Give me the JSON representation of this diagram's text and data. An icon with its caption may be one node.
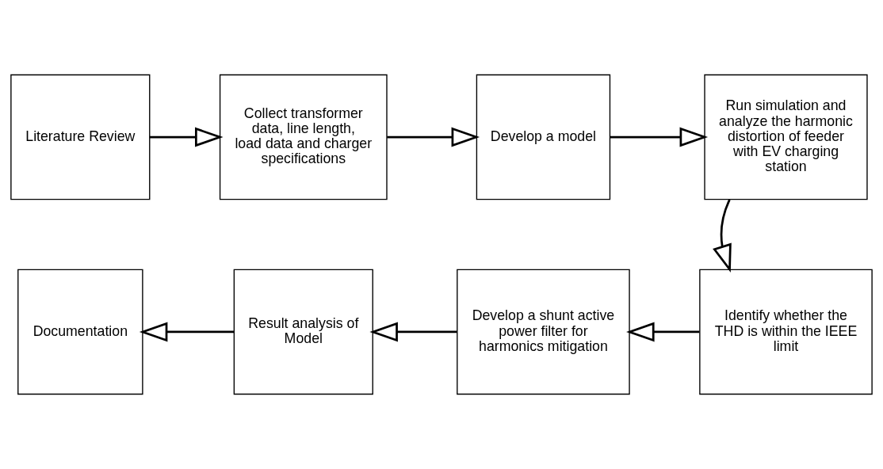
{
  "diagram": {
    "nodes": [
      {
        "text": [
          "Literature Review"
        ]
      },
      {
        "text": [
          "Collect transformer data, line length, load data and charger specifications"
        ]
      },
      {
        "text": [
          "Develop a model"
        ]
      },
      {
        "text": [
          "Run simulation and analyze the harmonic distortion of feeder with EV charging station"
        ]
      },
      {
        "text": [
          "Identify whether the THD is within the IEEE limit"
        ]
      },
      {
        "text": [
          "Develop a shunt active power filter for harmonics mitigation"
        ]
      },
      {
        "text": [
          "Result analysis of Model"
        ]
      },
      {
        "text": [
          "Documentation"
        ]
      }
    ],
    "edges": [
      {
        "from": 0,
        "to": 1,
        "arrow": "to"
      },
      {
        "from": 1,
        "to": 2,
        "arrow": "to"
      },
      {
        "from": 2,
        "to": 3,
        "arrow": "to"
      },
      {
        "from": 3,
        "to": 4,
        "arrow": "to"
      },
      {
        "from": 4,
        "to": 5,
        "arrow": "to"
      },
      {
        "from": 5,
        "to": 6,
        "arrow": "to"
      },
      {
        "from": 6,
        "to": 7,
        "arrow": "to"
      }
    ]
  }
}
